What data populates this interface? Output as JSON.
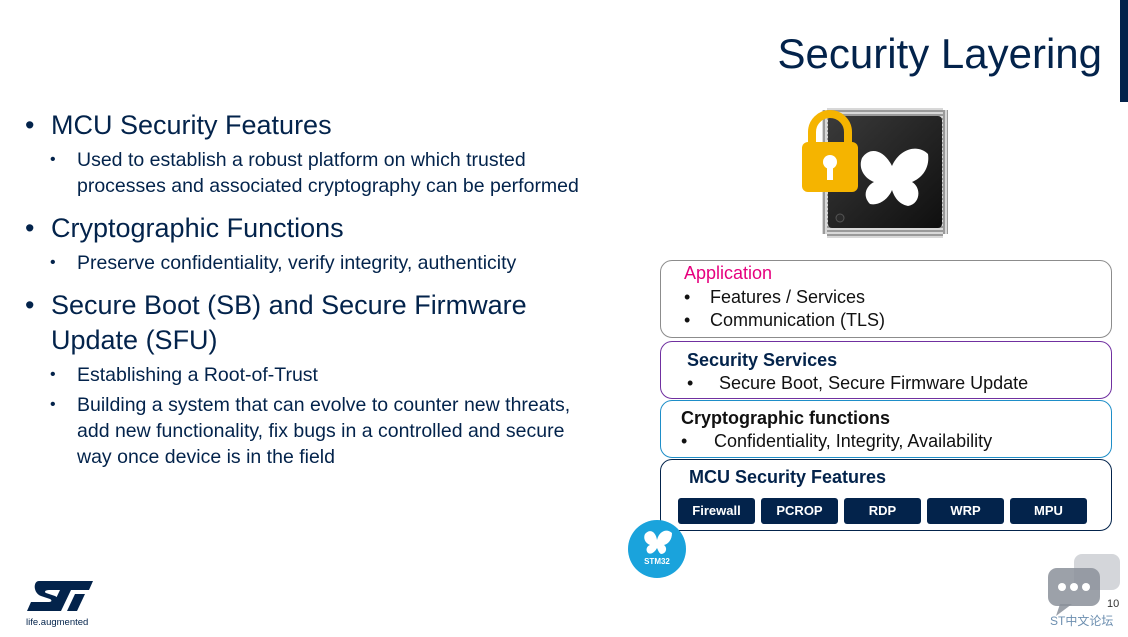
{
  "slide": {
    "title": "Security Layering",
    "page_number": "10",
    "logo_tagline": "life.augmented",
    "watermark_text": "ST中文论坛"
  },
  "bullets": [
    {
      "text": "MCU Security Features",
      "sub": [
        "Used to establish a robust platform on which trusted processes and associated cryptography can be performed"
      ]
    },
    {
      "text": "Cryptographic Functions",
      "sub": [
        "Preserve confidentiality, verify integrity, authenticity"
      ]
    },
    {
      "text": "Secure Boot (SB) and Secure Firmware Update (SFU)",
      "sub": [
        "Establishing a Root-of-Trust",
        "Building a system that can evolve to counter new threats, add new functionality, fix bugs in a controlled and secure way once device is in the field"
      ]
    }
  ],
  "layers": {
    "application": {
      "title": "Application",
      "items": [
        "Features / Services",
        "Communication (TLS)"
      ]
    },
    "security_services": {
      "title": "Security Services",
      "items": [
        "Secure Boot, Secure Firmware Update"
      ]
    },
    "crypto": {
      "title": "Cryptographic functions",
      "items": [
        "Confidentiality, Integrity, Availability"
      ]
    },
    "mcu": {
      "title": "MCU Security Features",
      "features": [
        "Firewall",
        "PCROP",
        "RDP",
        "WRP",
        "MPU"
      ]
    }
  },
  "bullet_char": "•",
  "badge_text": "STM32",
  "colors": {
    "navy": "#03234b",
    "application_title": "#e6007e",
    "security_border": "#7030a0",
    "crypto_border": "#1e8ec8",
    "badge": "#1aa3dc",
    "lock": "#f5b400"
  },
  "icons": [
    "chip-lock-butterfly-icon",
    "stm32-butterfly-icon",
    "st-logo",
    "chat-bubbles-icon"
  ]
}
